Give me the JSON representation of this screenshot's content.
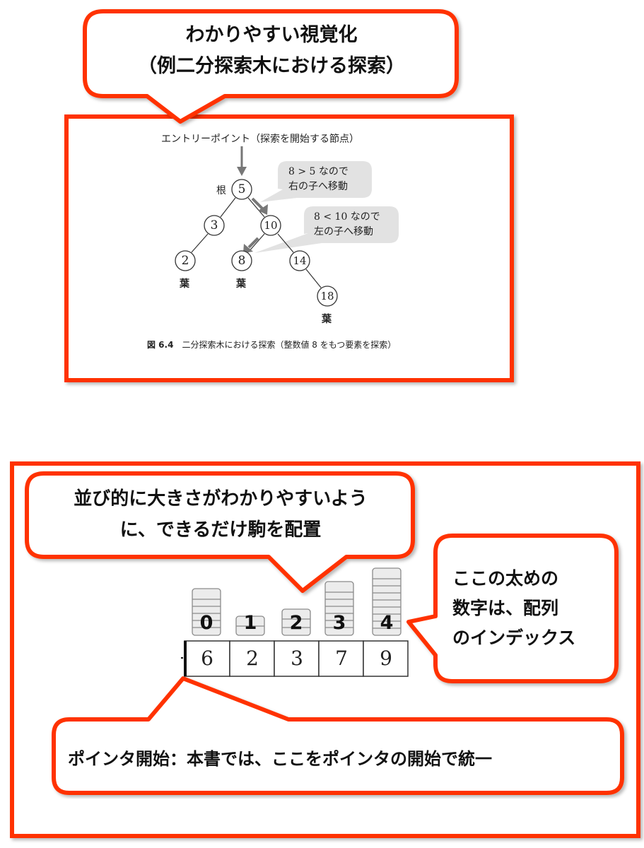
{
  "colors": {
    "accent_red": "#ff3300",
    "bubble_gray": "#e2e2e2",
    "piece_fill": "#ececec",
    "piece_border": "#888888",
    "text": "#111111"
  },
  "top_section": {
    "callout": {
      "line1": "わかりやすい視覚化",
      "line2": "（例二分探索木における探索）"
    },
    "figure": {
      "entry_point_label": "エントリーポイント（探索を開始する節点）",
      "root_label": "根",
      "leaf_label": "葉",
      "nodes": [
        {
          "id": "n5",
          "value": "5",
          "role": "root"
        },
        {
          "id": "n3",
          "value": "3"
        },
        {
          "id": "n10",
          "value": "10"
        },
        {
          "id": "n2",
          "value": "2",
          "role": "leaf"
        },
        {
          "id": "n8",
          "value": "8",
          "role": "leaf"
        },
        {
          "id": "n14",
          "value": "14"
        },
        {
          "id": "n18",
          "value": "18",
          "role": "leaf"
        }
      ],
      "edges": [
        [
          "5",
          "3"
        ],
        [
          "5",
          "10"
        ],
        [
          "3",
          "2"
        ],
        [
          "10",
          "8"
        ],
        [
          "10",
          "14"
        ],
        [
          "14",
          "18"
        ]
      ],
      "bubbles": [
        {
          "line1": "8 > 5 なので",
          "line2": "右の子へ移動"
        },
        {
          "line1": "8 < 10 なので",
          "line2": "左の子へ移動"
        }
      ],
      "caption_number": "図 6.4",
      "caption_text": "二分探索木における探索（整数値 8 をもつ要素を探索）"
    }
  },
  "bottom_section": {
    "callout_top": {
      "line1": "並び的に大きさがわかりやすいよう",
      "line2": "に、できるだけ駒を配置"
    },
    "callout_right": {
      "line1": "ここの太めの",
      "line2": "数字は、配列",
      "line3": "のインデックス"
    },
    "callout_bottom": {
      "text": "ポインタ開始：本書では、ここをポインタの開始で統一"
    },
    "array": {
      "indices": [
        "0",
        "1",
        "2",
        "3",
        "4"
      ],
      "values": [
        "6",
        "2",
        "3",
        "7",
        "9"
      ],
      "stack_piece_counts": [
        6,
        2,
        3,
        7,
        9
      ]
    }
  }
}
